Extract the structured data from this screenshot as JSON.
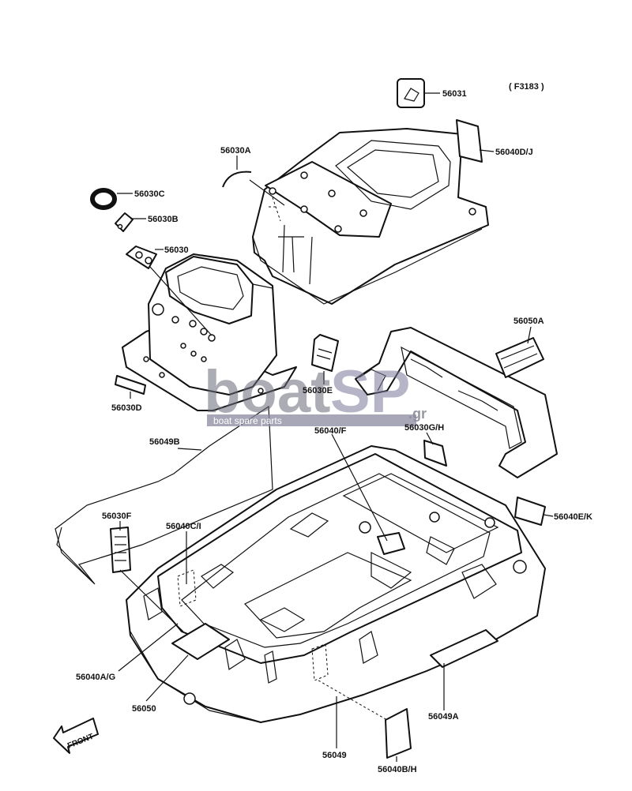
{
  "figure_code": "( F3183 )",
  "watermark": {
    "brand_a": "boat",
    "brand_b": "SP",
    "brand_suffix": ".gr",
    "tagline": "boat spare parts"
  },
  "front_label": "FRONT",
  "labels": {
    "p56031": "56031",
    "p56040DJ": "56040D/J",
    "p56030A": "56030A",
    "p56030C": "56030C",
    "p56030B": "56030B",
    "p56030": "56030",
    "p56050A": "56050A",
    "p56030E": "56030E",
    "p56030D": "56030D",
    "p56049B": "56049B",
    "p56040F": "56040/F",
    "p56030GH": "56030G/H",
    "p56040EK": "56040E/K",
    "p56030F": "56030F",
    "p56040CI": "56040C/I",
    "p56040AG": "56040A/G",
    "p56050": "56050",
    "p56049A": "56049A",
    "p56049": "56049",
    "p56040BH": "56040B/H"
  },
  "colors": {
    "line": "#111111",
    "watermark": "#6a6a7a",
    "watermark_band": "#8a8aa0"
  }
}
